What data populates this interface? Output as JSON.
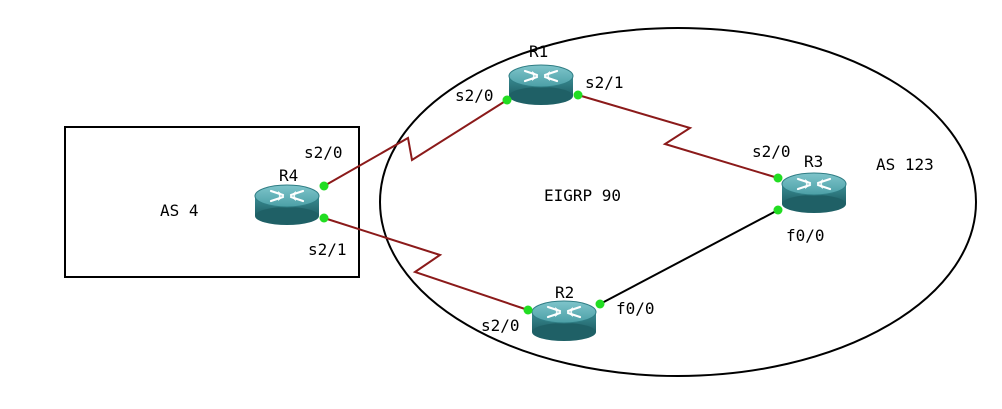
{
  "regions": {
    "as4_label": "AS 4",
    "as123_label": "AS 123",
    "eigrp_label": "EIGRP 90"
  },
  "routers": {
    "r1": {
      "name": "R1"
    },
    "r2": {
      "name": "R2"
    },
    "r3": {
      "name": "R3"
    },
    "r4": {
      "name": "R4"
    }
  },
  "interfaces": {
    "r1_s20": "s2/0",
    "r1_s21": "s2/1",
    "r2_s20": "s2/0",
    "r2_f00": "f0/0",
    "r3_s20": "s2/0",
    "r3_f00": "f0/0",
    "r4_s20": "s2/0",
    "r4_s21": "s2/1"
  },
  "colors": {
    "serial_link": "#8b1a1a",
    "ethernet_link": "#000000",
    "port_dot": "#22dd22",
    "router_body": "#3a8f95"
  },
  "icons": {
    "router": "router-icon"
  }
}
